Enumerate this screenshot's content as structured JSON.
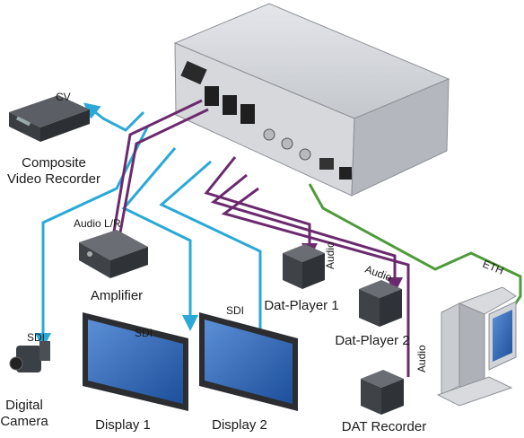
{
  "diagram": {
    "devices": {
      "composite_recorder": "Composite Video Recorder",
      "composite_recorder_line1": "Composite",
      "composite_recorder_line2": "Video Recorder",
      "amplifier": "Amplifier",
      "camera_line1": "Digital",
      "camera_line2": "Camera",
      "display1": "Display 1",
      "display2": "Display 2",
      "dat_player1": "Dat-Player 1",
      "dat_player2": "Dat-Player 2",
      "dat_recorder": "DAT Recorder"
    },
    "connections": {
      "cv": "CV",
      "audio_lr": "Audio L/R",
      "sdi_camera": "SDI",
      "sdi_display1": "SDI",
      "sdi_display2": "SDI",
      "audio_player1": "Audio",
      "audio_player2": "Audio",
      "audio_recorder": "Audio",
      "eth": "ETH"
    },
    "colors": {
      "sdi_cable": "#2aa8d8",
      "audio_cable": "#6b2a6e",
      "eth_cable": "#4f9a3a",
      "device_body": "#c9ccd1",
      "device_dark": "#3a3d42"
    }
  }
}
